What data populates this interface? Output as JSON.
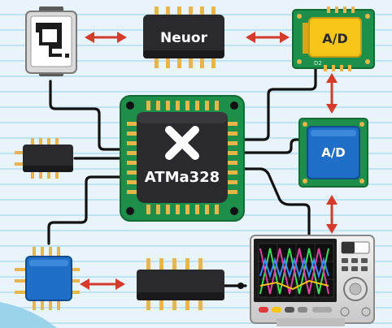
{
  "labels": {
    "neuor": "Neuor",
    "ad_top": "A/D",
    "ad_mid": "A/D",
    "mcu": "ATMa328",
    "pcb_mark": "D2"
  },
  "colors": {
    "background": "#E8F4FA",
    "grid_line": "#BFE3F2",
    "pcb_green": "#1E8F4A",
    "chip_dark": "#2A2A2E",
    "pin_gold": "#E8B54A",
    "adc_yellow": "#F5C518",
    "adc_blue": "#1F6FC8",
    "arrow_red": "#D63A2A",
    "wire_black": "#111111",
    "trace_green": "#3CDB5A",
    "trace_pink": "#E040A0",
    "trace_blue": "#3A8CFF"
  }
}
